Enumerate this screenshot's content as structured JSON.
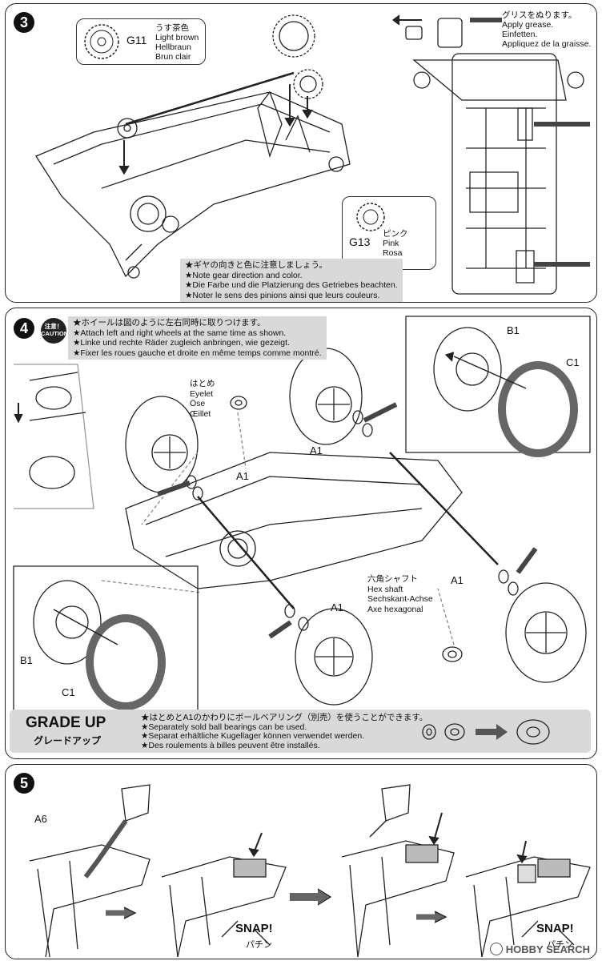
{
  "step3": {
    "number": "3",
    "g11": {
      "code": "G11",
      "jp": "うす茶色",
      "en": "Light brown",
      "de": "Hellbraun",
      "fr": "Brun clair"
    },
    "g13": {
      "code": "G13",
      "jp": "ピンク",
      "en": "Pink",
      "de": "Rosa",
      "fr": "Rose"
    },
    "grease": {
      "jp": "グリスをぬります。",
      "en": "Apply grease.",
      "de": "Einfetten.",
      "fr": "Appliquez de la graisse."
    },
    "note": [
      "★ギヤの向きと色に注意しましょう。",
      "★Note gear direction and color.",
      "★Die Farbe und die Platzierung des Getriebes beachten.",
      "★Noter le sens des pinions ainsi que leurs couleurs."
    ]
  },
  "step4": {
    "number": "4",
    "caution": {
      "jp": "注意！",
      "en": "CAUTION"
    },
    "note": [
      "★ホイールは図のように左右同時に取りつけます。",
      "★Attach left and right wheels at the same time as shown.",
      "★Linke und rechte Räder zugleich anbringen, wie gezeigt.",
      "★Fixer les roues gauche et droite en même temps comme montré."
    ],
    "eyelet": {
      "jp": "はとめ",
      "en": "Eyelet",
      "de": "Öse",
      "fr": "Œillet"
    },
    "hex": {
      "jp": "六角シャフト",
      "en": "Hex shaft",
      "de": "Sechskant-Achse",
      "fr": "Axe hexagonal"
    },
    "parts": {
      "b1": "B1",
      "c1": "C1",
      "a1": "A1"
    }
  },
  "gradeup": {
    "title": "GRADE UP",
    "subtitle": "グレードアップ",
    "lines": [
      "★はとめとA1のかわりにボールベアリング（別売）を使うことができます。",
      "★Separately sold ball bearings can be used.",
      "★Separat erhältliche Kugellager können verwendet werden.",
      "★Des roulements à billes peuvent être installés."
    ]
  },
  "step5": {
    "number": "5",
    "part": "A6",
    "snap": "SNAP!",
    "snap_jp": "パチン"
  },
  "watermark": "HOBBY SEARCH"
}
